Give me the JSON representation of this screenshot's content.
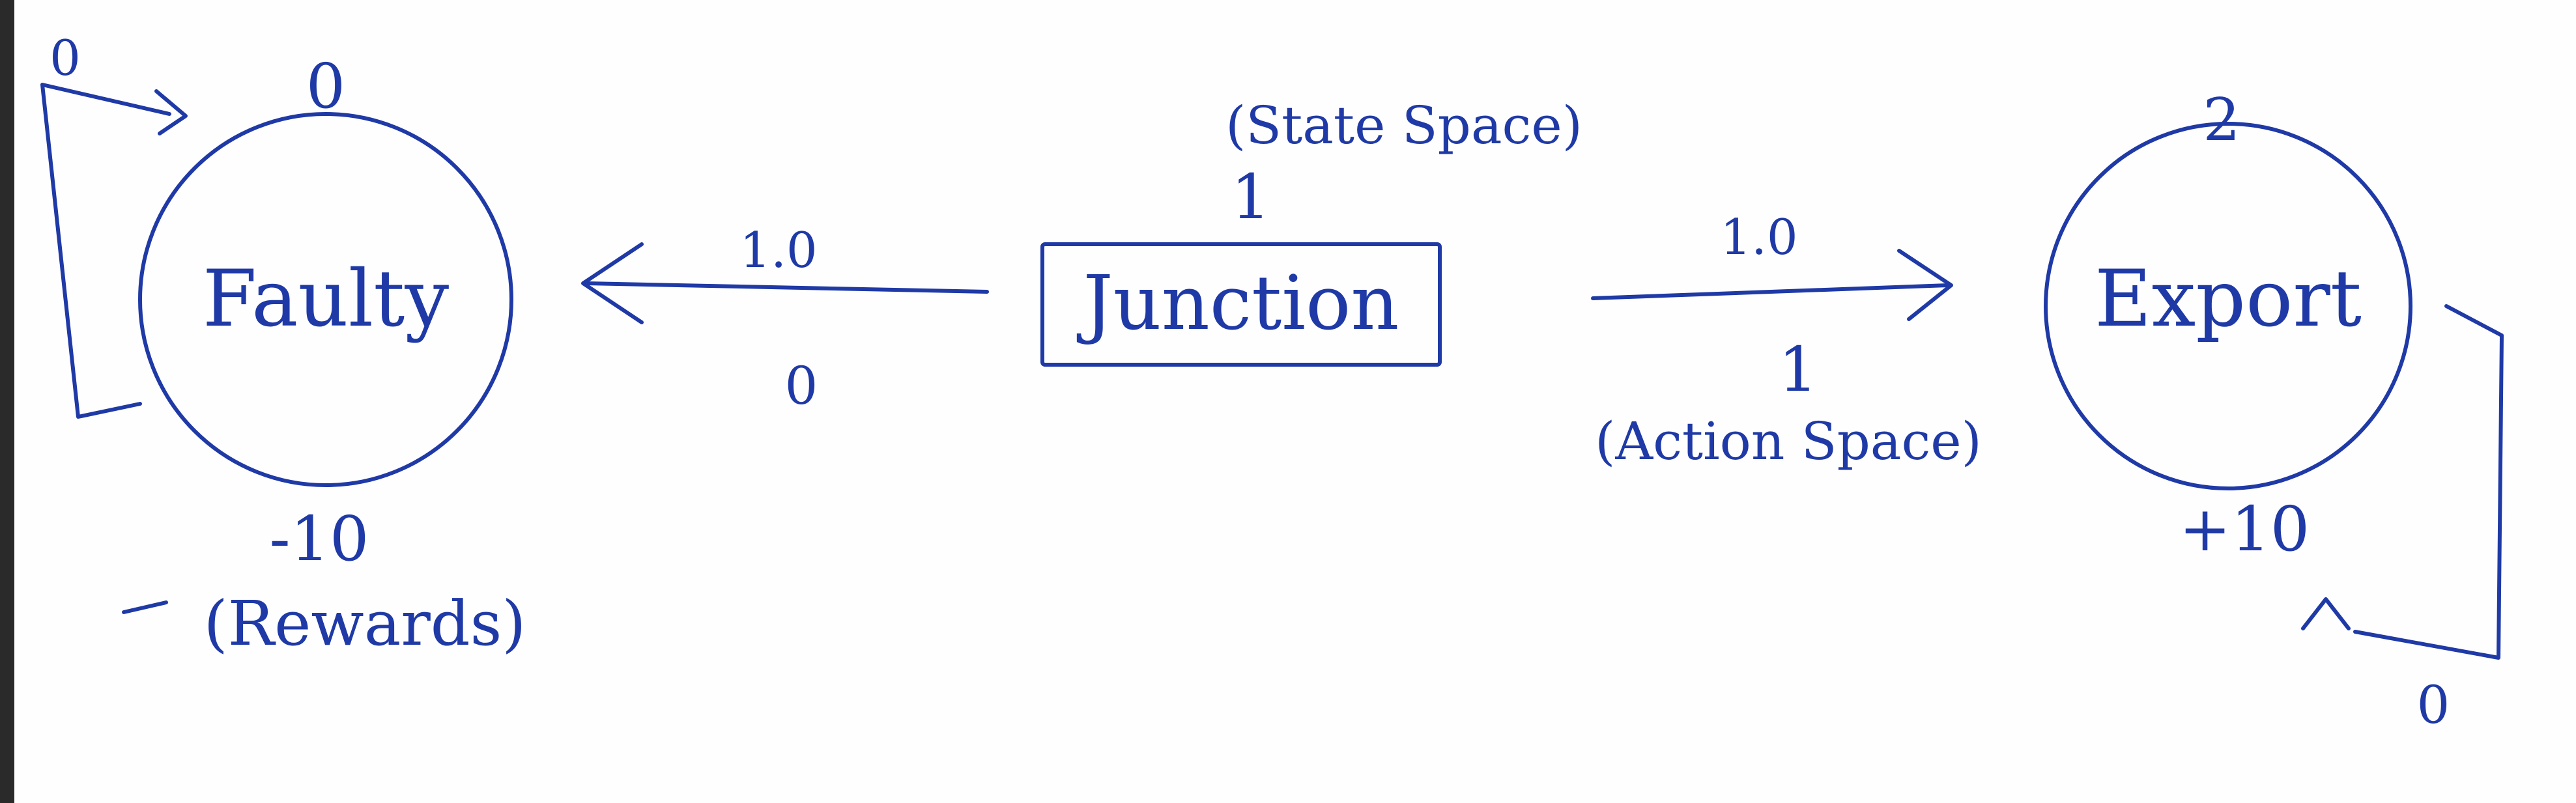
{
  "ink_color": "#1f3aa6",
  "states": {
    "faulty": {
      "label": "Faulty",
      "id_label": "0",
      "reward": "-10"
    },
    "junction": {
      "label": "Junction",
      "id_label": "1"
    },
    "export": {
      "label": "Export",
      "id_label": "2",
      "reward": "+10"
    }
  },
  "annotations": {
    "state_space": "(State Space)",
    "action_space": "(Action Space)",
    "rewards": "(Rewards)"
  },
  "transitions": {
    "junction_to_faulty": {
      "probability": "1.0",
      "action": "0"
    },
    "junction_to_export": {
      "probability": "1.0",
      "action": "1"
    },
    "faulty_self_loop": {
      "action": "0"
    },
    "export_self_loop": {
      "action": "0"
    }
  }
}
